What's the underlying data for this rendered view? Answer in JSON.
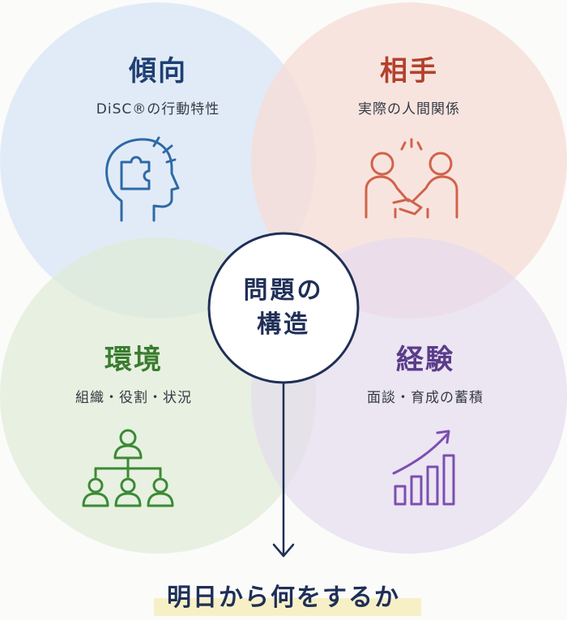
{
  "circles": {
    "top_left": {
      "title": "傾向",
      "subtitle": "DiSC®の行動特性",
      "color": "#1f3f73",
      "fill": "#d8e6f5",
      "icon": "head-puzzle-icon"
    },
    "top_right": {
      "title": "相手",
      "subtitle": "実際の人間関係",
      "color": "#b2422c",
      "fill": "#f7dcd6",
      "icon": "handshake-icon"
    },
    "bottom_left": {
      "title": "環境",
      "subtitle": "組織・役割・状況",
      "color": "#3a7d2f",
      "fill": "#dfebd6",
      "icon": "org-chart-icon"
    },
    "bottom_right": {
      "title": "経験",
      "subtitle": "面談・育成の蓄積",
      "color": "#5a3d8a",
      "fill": "#e6dcee",
      "icon": "growth-chart-icon"
    }
  },
  "center": {
    "line1": "問題の",
    "line2": "構造",
    "color": "#1f2f57"
  },
  "footer": {
    "text": "明日から何をするか",
    "highlight": "#f7f0c6"
  }
}
